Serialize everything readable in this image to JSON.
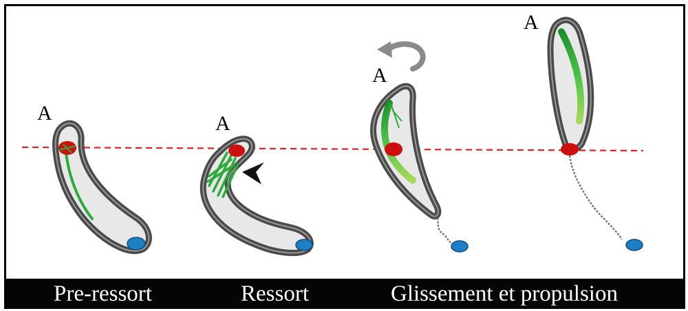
{
  "point_label": "A",
  "captions": {
    "stage1": "Pre-ressort",
    "stage2": "Ressort",
    "stage3": "Glissement et propulsion"
  },
  "colors": {
    "reference_line": "#e02020",
    "cell_outline": "#555555",
    "cell_fill": "#e8e8e8",
    "filament": "#2eaa3c",
    "anchor_pole": "#cc1010",
    "rear_disc": "#1f7fc4",
    "caption_bar": "#050505"
  },
  "icons": [
    "rotation-arrow-icon",
    "arrowhead-icon"
  ]
}
